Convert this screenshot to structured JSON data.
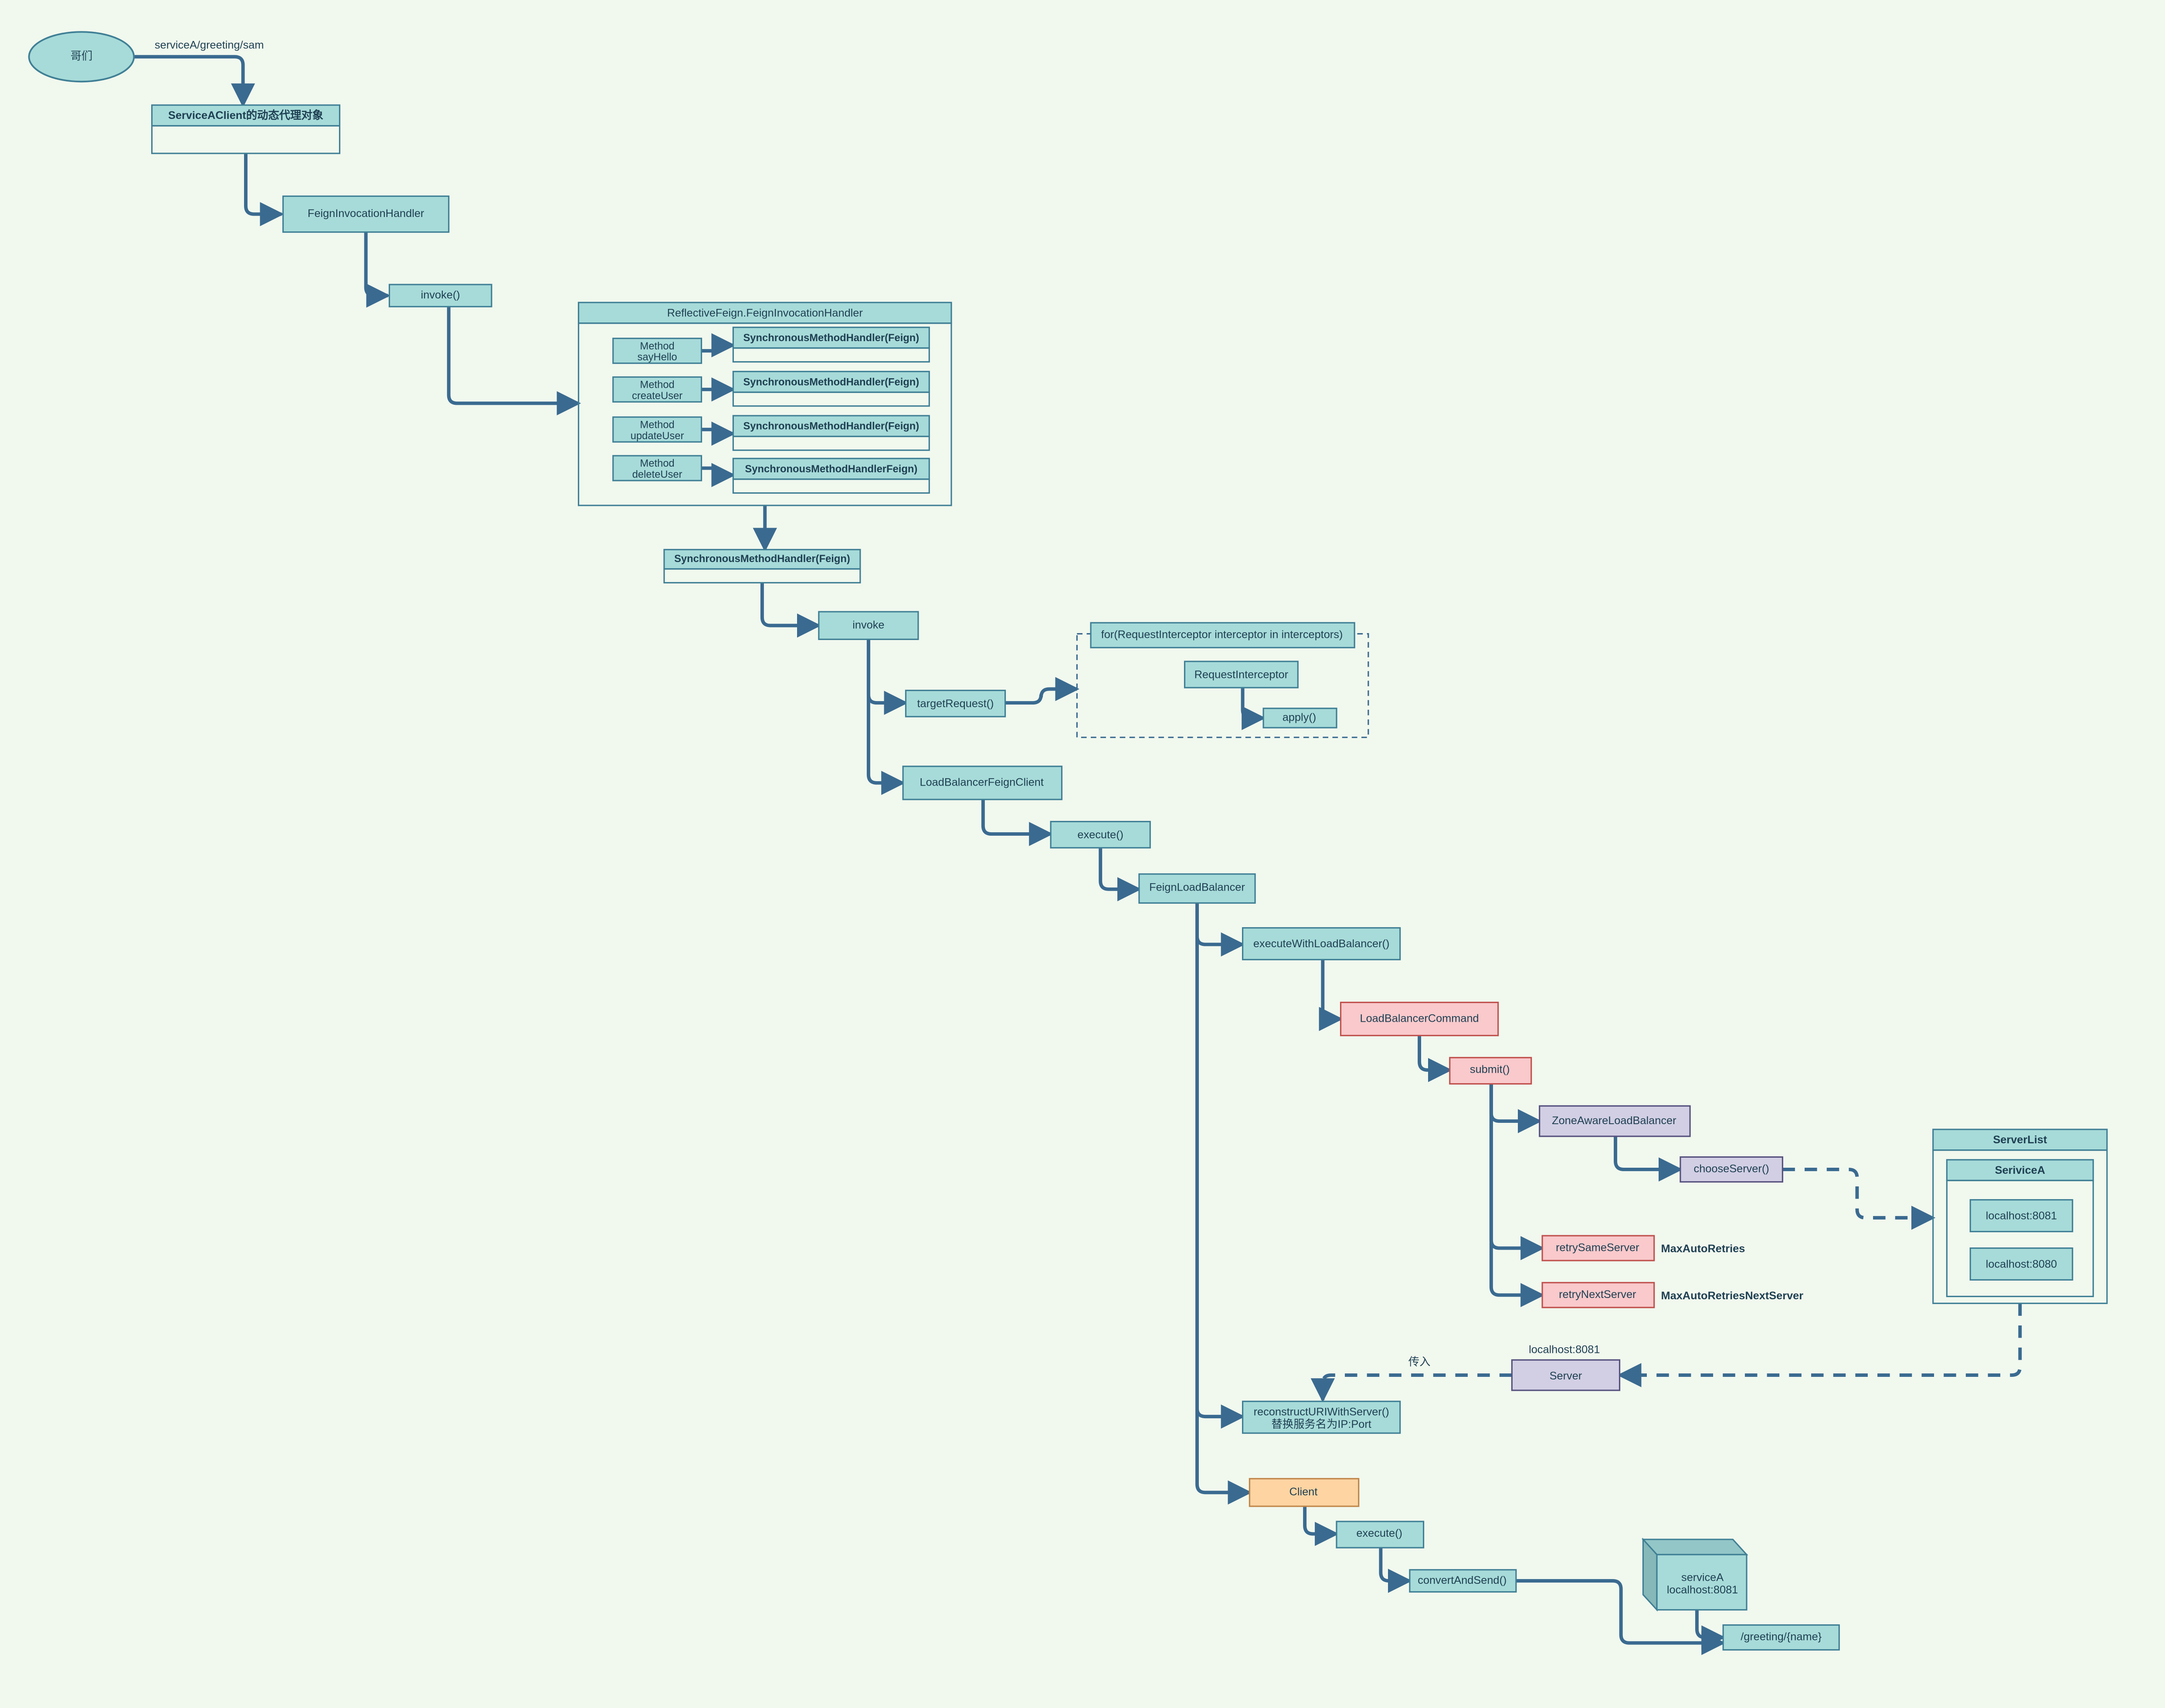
{
  "colors": {
    "background": "#f1f8ee",
    "teal_fill": "#a7dbd9",
    "teal_stroke": "#3f7f95",
    "red_fill": "#f9c9cb",
    "red_stroke": "#c0504d",
    "purple_fill": "#d2cfe4",
    "purple_stroke": "#56517e",
    "orange_fill": "#fdd4a2",
    "orange_stroke": "#c0864a",
    "text": "#1e3f52",
    "edge": "#3a6a90"
  },
  "actor": {
    "label": "哥们",
    "request": "serviceA/greeting/sam"
  },
  "proxy_title": "ServiceAClient的动态代理对象",
  "feign_invocation_handler": "FeignInvocationHandler",
  "invoke_method": "invoke()",
  "reflective_handler": {
    "title": "ReflectiveFeign.FeignInvocationHandler",
    "methods": [
      {
        "label": "Method sayHello",
        "line1": "Method",
        "line2": "sayHello",
        "handler": "SynchronousMethodHandler(Feign)"
      },
      {
        "label": "Method createUser",
        "line1": "Method",
        "line2": "createUser",
        "handler": "SynchronousMethodHandler(Feign)"
      },
      {
        "label": "Method updateUser",
        "line1": "Method",
        "line2": "updateUser",
        "handler": "SynchronousMethodHandler(Feign)"
      },
      {
        "label": "Method deleteUser",
        "line1": "Method",
        "line2": "deleteUser",
        "handler": "SynchronousMethodHandlerFeign)"
      }
    ]
  },
  "sync_handler": "SynchronousMethodHandler(Feign)",
  "invoke_label": "invoke",
  "target_request": "targetRequest()",
  "interceptor_loop": {
    "title": "for(RequestInterceptor interceptor in interceptors)",
    "interceptor": "RequestInterceptor",
    "apply": "apply()"
  },
  "lb_feign_client": "LoadBalancerFeignClient",
  "execute_1": "execute()",
  "feign_load_balancer": "FeignLoadBalancer",
  "execute_with_lb": "executeWithLoadBalancer()",
  "lb_command": "LoadBalancerCommand",
  "submit": "submit()",
  "zone_aware_lb": "ZoneAwareLoadBalancer",
  "choose_server": "chooseServer()",
  "retry_same": {
    "label": "retrySameServer",
    "note": "MaxAutoRetries"
  },
  "retry_next": {
    "label": "retryNextServer",
    "note": "MaxAutoRetriesNextServer"
  },
  "server_list": {
    "title": "ServerList",
    "service": "SeriviceA",
    "hosts": [
      "localhost:8081",
      "localhost:8080"
    ]
  },
  "server": {
    "label": "Server",
    "address": "localhost:8081",
    "pass_in": "传入"
  },
  "reconstruct": {
    "line1": "reconstructURIWithServer()",
    "line2": "替换服务名为IP:Port"
  },
  "client": "Client",
  "execute_2": "execute()",
  "convert_and_send": "convertAndSend()",
  "service_node": {
    "line1": "serviceA",
    "line2": "localhost:8081"
  },
  "endpoint": "/greeting/{name}"
}
